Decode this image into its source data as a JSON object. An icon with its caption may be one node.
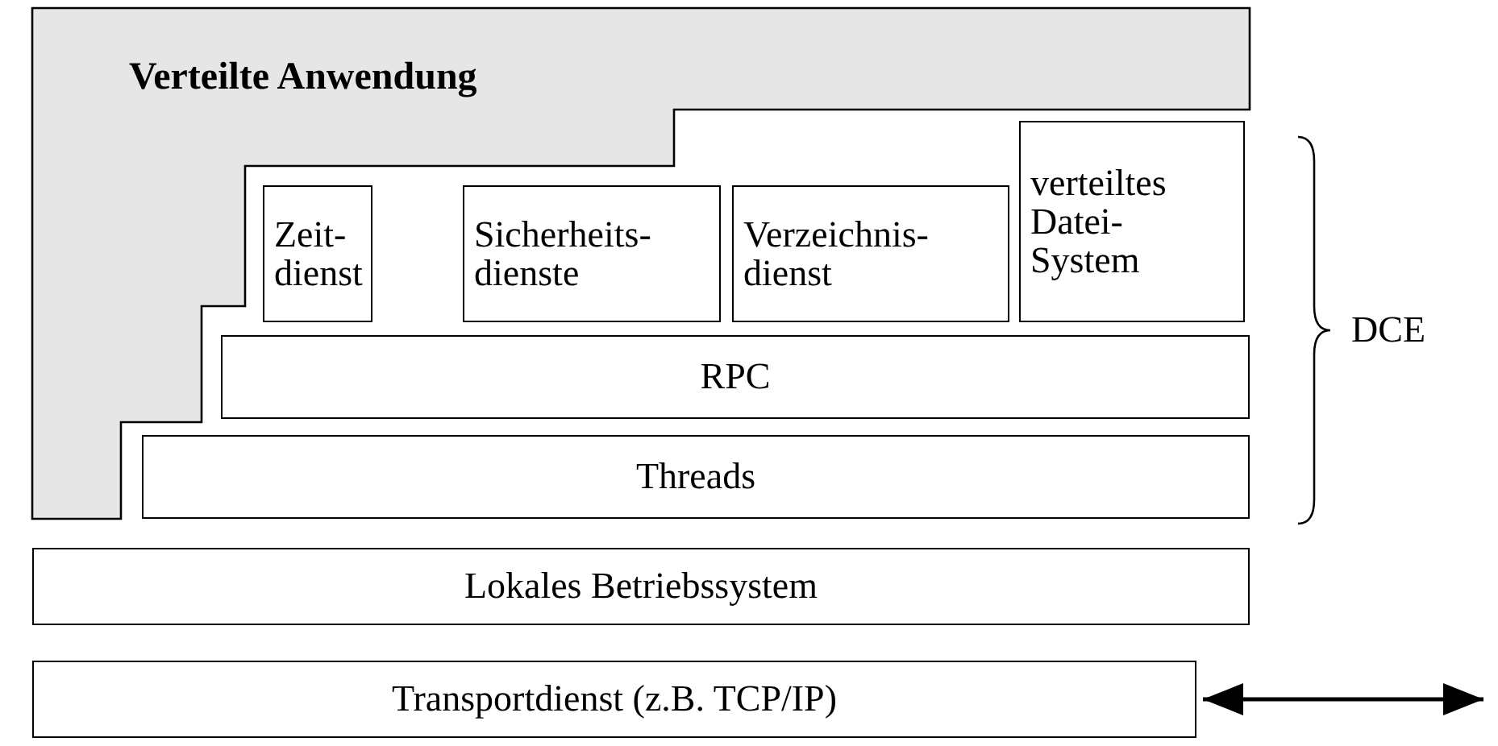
{
  "diagram": {
    "nodes": [
      {
        "text": [
          "Verteilte Anwendung"
        ]
      },
      {
        "text": [
          "Zeit- dienst"
        ]
      },
      {
        "text": [
          "Sicherheits- dienste"
        ]
      },
      {
        "text": [
          "Verzeichnis- dienst"
        ]
      },
      {
        "text": [
          "verteiltes Datei- System"
        ]
      },
      {
        "text": [
          "RPC"
        ]
      },
      {
        "text": [
          "Threads"
        ]
      },
      {
        "text": [
          "Lokales Betriebssystem"
        ]
      },
      {
        "text": [
          "Transportdienst (z.B. TCP/IP)"
        ]
      }
    ],
    "labels": [
      "DCE"
    ]
  }
}
